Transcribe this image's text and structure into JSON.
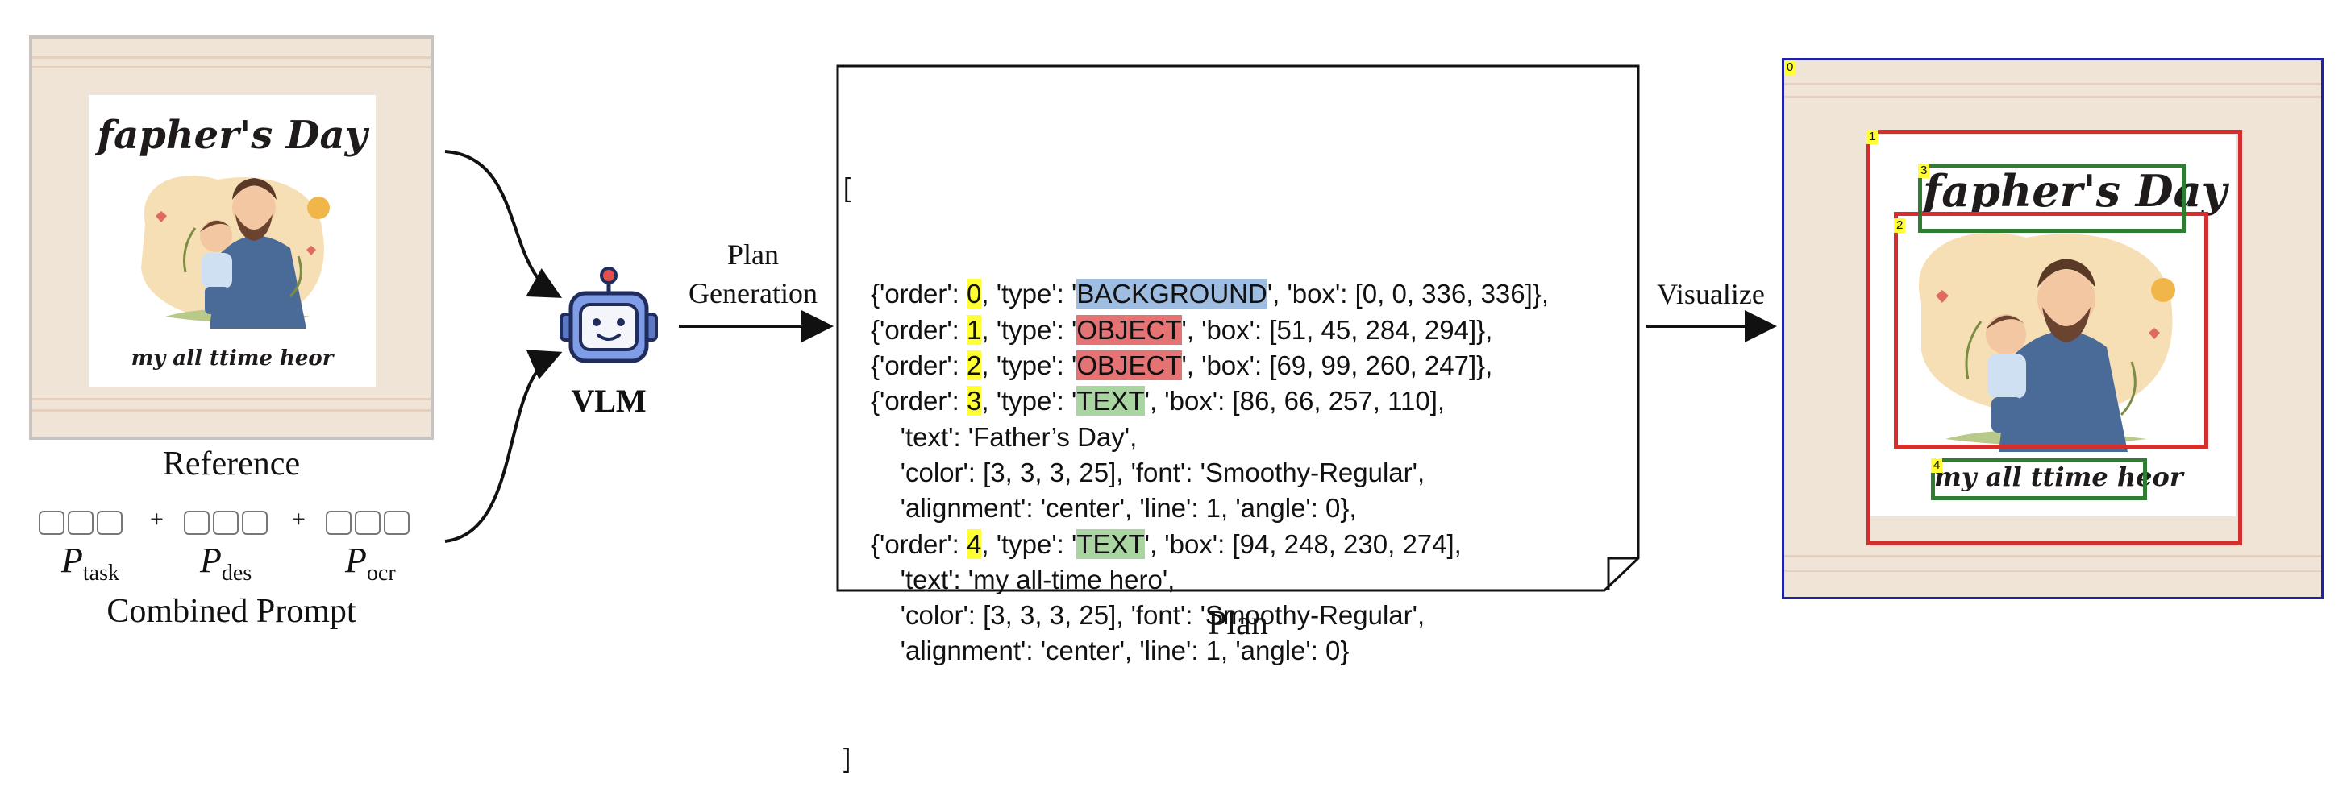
{
  "reference": {
    "poster_title": "fapher's Day",
    "poster_subtitle": "my all ttime heor",
    "caption": "Reference"
  },
  "prompt": {
    "parts": [
      {
        "symbol": "P",
        "subscript": "task"
      },
      {
        "symbol": "P",
        "subscript": "des"
      },
      {
        "symbol": "P",
        "subscript": "ocr"
      }
    ],
    "plus": "+",
    "caption": "Combined Prompt"
  },
  "vlm": {
    "label": "VLM"
  },
  "plan_generation": {
    "line1": "Plan",
    "line2": "Generation"
  },
  "plan": {
    "caption": "Plan",
    "open_bracket": "[",
    "close_bracket": "]",
    "lines": [
      [
        {
          "t": "{'order': "
        },
        {
          "t": "0",
          "hl": "y"
        },
        {
          "t": ", 'type': '"
        },
        {
          "t": "BACKGROUND",
          "hl": "b"
        },
        {
          "t": "', 'box': [0, 0, 336, 336]},"
        }
      ],
      [
        {
          "t": "{'order': "
        },
        {
          "t": "1",
          "hl": "y"
        },
        {
          "t": ", 'type': '"
        },
        {
          "t": "OBJECT",
          "hl": "r"
        },
        {
          "t": "', 'box': [51, 45, 284, 294]},"
        }
      ],
      [
        {
          "t": "{'order': "
        },
        {
          "t": "2",
          "hl": "y"
        },
        {
          "t": ", 'type': '"
        },
        {
          "t": "OBJECT",
          "hl": "r"
        },
        {
          "t": "', 'box': [69, 99, 260, 247]},"
        }
      ],
      [
        {
          "t": "{'order': "
        },
        {
          "t": "3",
          "hl": "y"
        },
        {
          "t": ", 'type': '"
        },
        {
          "t": "TEXT",
          "hl": "g"
        },
        {
          "t": "', 'box': [86, 66, 257, 110],"
        }
      ],
      [
        {
          "t": "    'text': 'Father’s Day',"
        }
      ],
      [
        {
          "t": "    'color': [3, 3, 3, 25], 'font': 'Smoothy-Regular',"
        }
      ],
      [
        {
          "t": "    'alignment': 'center', 'line': 1, 'angle': 0},"
        }
      ],
      [
        {
          "t": "{'order': "
        },
        {
          "t": "4",
          "hl": "y"
        },
        {
          "t": ", 'type': '"
        },
        {
          "t": "TEXT",
          "hl": "g"
        },
        {
          "t": "', 'box': [94, 248, 230, 274],"
        }
      ],
      [
        {
          "t": "    'text': 'my all-time hero',"
        }
      ],
      [
        {
          "t": "    'color': [3, 3, 3, 25], 'font': 'Smoothy-Regular',"
        }
      ],
      [
        {
          "t": "    'alignment': 'center', 'line': 1, 'angle': 0}"
        }
      ]
    ]
  },
  "visualize": {
    "label": "Visualize",
    "poster_title": "fapher's Day",
    "poster_subtitle": "my all ttime heor",
    "box_labels": [
      "0",
      "1",
      "2",
      "3",
      "4"
    ]
  },
  "colors": {
    "highlight_order": "#ffff33",
    "highlight_background": "#9fbde0",
    "highlight_object": "#e57373",
    "highlight_text": "#a8d5a0",
    "box_background": "#2121a8",
    "box_object": "#d32f2f",
    "box_text": "#2e7d32"
  }
}
